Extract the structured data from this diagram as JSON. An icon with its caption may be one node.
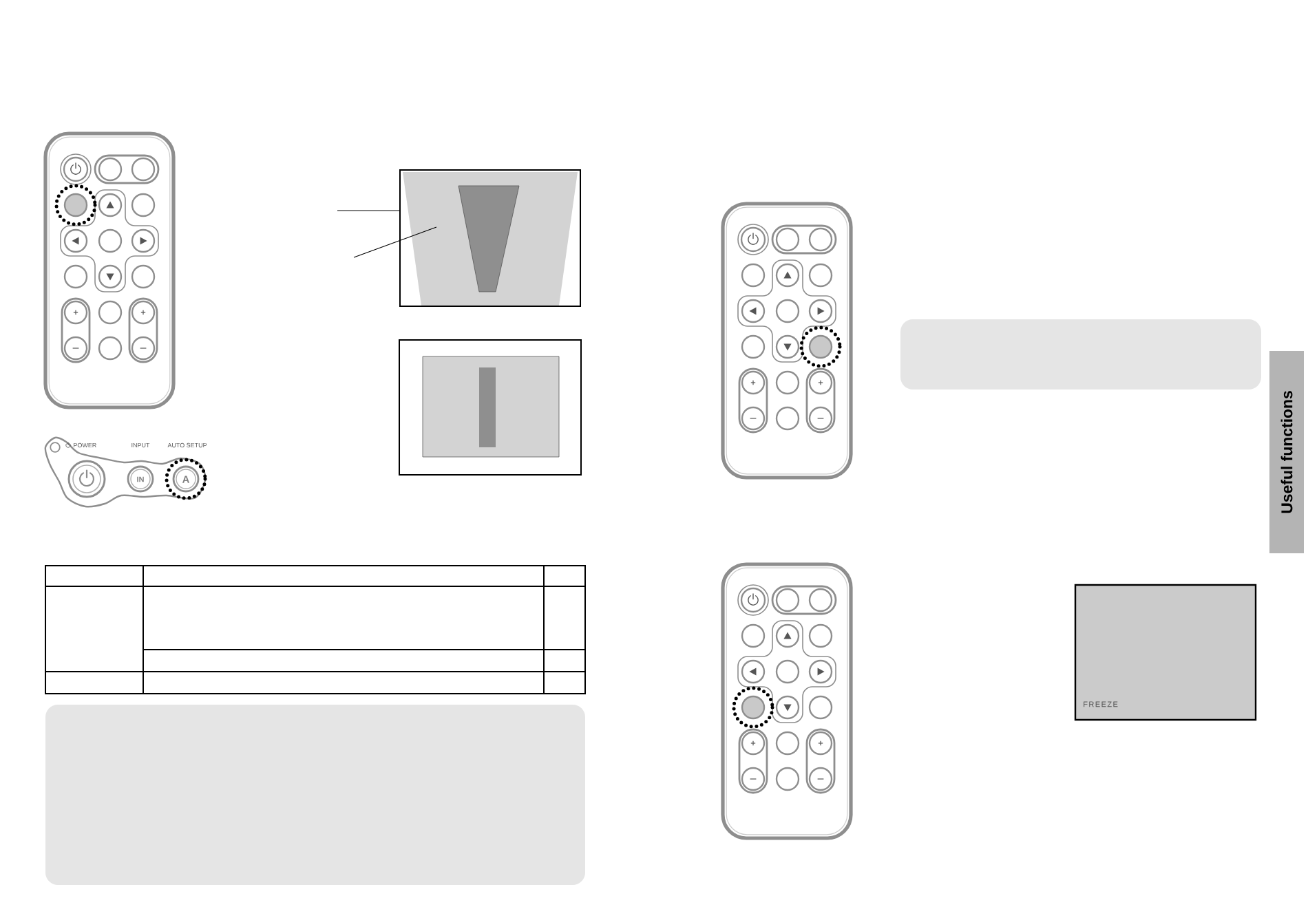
{
  "diagram": {
    "nodes": [
      {
        "text": [],
        "shape": "box"
      },
      {
        "text": [],
        "shape": "trapezoid",
        "in": 0
      },
      {
        "text": [],
        "shape": "box"
      },
      {
        "text": [],
        "shape": "box"
      },
      {
        "text": [
          "Useful functions"
        ]
      },
      {
        "text": [
          "FREEZE"
        ]
      }
    ],
    "edges": [
      {
        "from": null,
        "to": 0,
        "arrow": "none"
      },
      {
        "from": null,
        "to": 1,
        "arrow": "none"
      }
    ],
    "labels": [
      "POWER",
      "INPUT",
      "AUTO SETUP",
      "IN",
      "A"
    ]
  }
}
